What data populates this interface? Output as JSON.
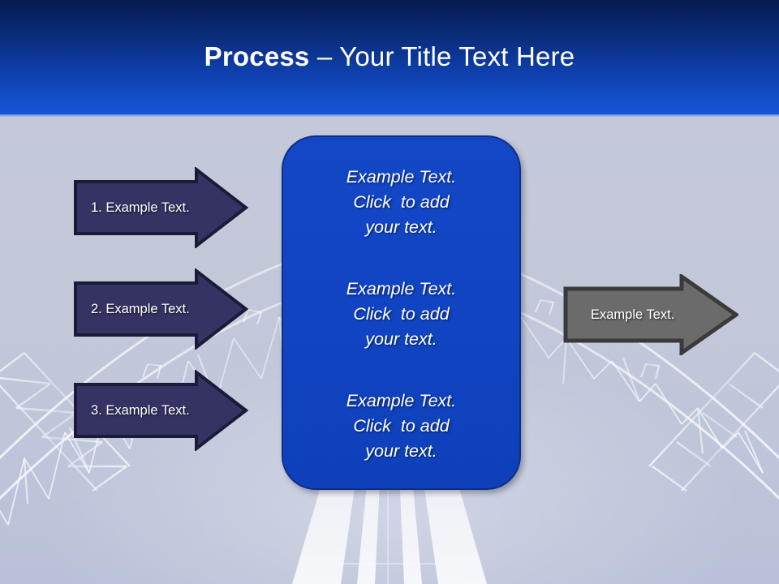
{
  "slide": {
    "title_strong": "Process",
    "title_rest": " – Your Title Text Here",
    "title_full": "Process – Your Title Text Here"
  },
  "theme": {
    "header_top": "#061a4e",
    "header_bottom": "#1654d6",
    "background": "#c4c9da",
    "navy_arrow_fill": "#343363",
    "navy_arrow_stroke": "#1b1b38",
    "gray_arrow_fill": "#6b6b6b",
    "gray_arrow_stroke": "#3a3a3a",
    "panel_fill": "#1144c2",
    "panel_stroke": "#0c2f86",
    "text_color": "#ffffff"
  },
  "steps": [
    {
      "label": "1. Example Text.",
      "style": "navy"
    },
    {
      "label": "2. Example Text.",
      "style": "navy"
    },
    {
      "label": "3. Example Text.",
      "style": "navy"
    }
  ],
  "result": {
    "label": "Example Text.",
    "style": "gray"
  },
  "panel": {
    "blocks": [
      {
        "line1": "Example Text.",
        "line2": "Click  to add",
        "line3": "your text."
      },
      {
        "line1": "Example Text.",
        "line2": "Click  to add",
        "line3": "your text."
      },
      {
        "line1": "Example Text.",
        "line2": "Click  to add",
        "line3": "your text."
      }
    ]
  }
}
